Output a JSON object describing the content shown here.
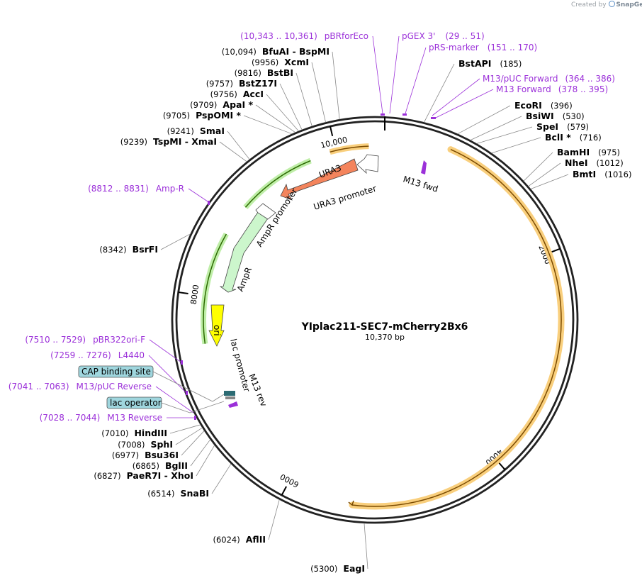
{
  "credit": {
    "prefix": "Created by",
    "brand": "SnapGene"
  },
  "plasmid": {
    "name": "YIplac211-SEC7-mCherry2Bx6",
    "size": "10,370 bp"
  },
  "colors": {
    "primer": "#9b30d9",
    "orange_feature": "#f9cf7d",
    "arrow_outline": "#7a4a00",
    "urA3": "#f4845c",
    "ampR": "#ccf6cc",
    "ori": "#ffff00",
    "boxed": "#9fd6de"
  },
  "ticks": [
    {
      "label": "2000",
      "angle": 69
    },
    {
      "label": "4000",
      "angle": 139
    },
    {
      "label": "6000",
      "angle": 208
    },
    {
      "label": "8000",
      "angle": 278
    },
    {
      "label": "10,000",
      "angle": 347
    }
  ],
  "sites_right": [
    {
      "name": "BstAPI",
      "pos": "(185)"
    },
    {
      "name": "EcoRI",
      "pos": "(396)"
    },
    {
      "name": "BsiWI",
      "pos": "(530)"
    },
    {
      "name": "SpeI",
      "pos": "(579)"
    },
    {
      "name": "BclI *",
      "pos": "(716)"
    },
    {
      "name": "BamHI",
      "pos": "(975)"
    },
    {
      "name": "NheI",
      "pos": "(1012)"
    },
    {
      "name": "BmtI",
      "pos": "(1016)"
    }
  ],
  "sites_left": [
    {
      "name": "BfuAI  -  BspMI",
      "pos": "(10,094)"
    },
    {
      "name": "XcmI",
      "pos": "(9956)"
    },
    {
      "name": "BstBI",
      "pos": "(9816)"
    },
    {
      "name": "BstZ17I",
      "pos": "(9757)"
    },
    {
      "name": "AccI",
      "pos": "(9756)"
    },
    {
      "name": "ApaI *",
      "pos": "(9709)"
    },
    {
      "name": "PspOMI *",
      "pos": "(9705)"
    },
    {
      "name": "SmaI",
      "pos": "(9241)"
    },
    {
      "name": "TspMI  -  XmaI",
      "pos": "(9239)"
    },
    {
      "name": "BsrFI",
      "pos": "(8342)"
    },
    {
      "name": "HindIII",
      "pos": "(7010)"
    },
    {
      "name": "SphI",
      "pos": "(7008)"
    },
    {
      "name": "Bsu36I",
      "pos": "(6977)"
    },
    {
      "name": "BglII",
      "pos": "(6865)"
    },
    {
      "name": "PaeR7I  -  XhoI",
      "pos": "(6827)"
    },
    {
      "name": "SnaBI",
      "pos": "(6514)"
    },
    {
      "name": "AflII",
      "pos": "(6024)"
    },
    {
      "name": "EagI",
      "pos": "(5300)"
    }
  ],
  "primers": [
    {
      "name": "pBRforEco",
      "pos": "(10,343 .. 10,361)"
    },
    {
      "name": "pGEX 3'",
      "pos": "(29 .. 51)"
    },
    {
      "name": "pRS-marker",
      "pos": "(151 .. 170)"
    },
    {
      "name": "M13/pUC Forward",
      "pos": "(364 .. 386)"
    },
    {
      "name": "M13 Forward",
      "pos": "(378 .. 395)"
    },
    {
      "name": "Amp-R",
      "pos": "(8812 .. 8831)"
    },
    {
      "name": "pBR322ori-F",
      "pos": "(7510 .. 7529)"
    },
    {
      "name": "L4440",
      "pos": "(7259 .. 7276)"
    },
    {
      "name": "M13/pUC Reverse",
      "pos": "(7041 .. 7063)"
    },
    {
      "name": "M13 Reverse",
      "pos": "(7028 .. 7044)"
    }
  ],
  "boxed": [
    "CAP binding site",
    "lac operator"
  ],
  "features": {
    "m13fwd": "M13 fwd",
    "m13rev": "M13 rev",
    "ura3": "URA3",
    "ura3_promoter": "URA3 promoter",
    "ampr": "AmpR",
    "ampr_promoter": "AmpR promoter",
    "ori": "ori",
    "lac_promoter": "lac promoter"
  }
}
